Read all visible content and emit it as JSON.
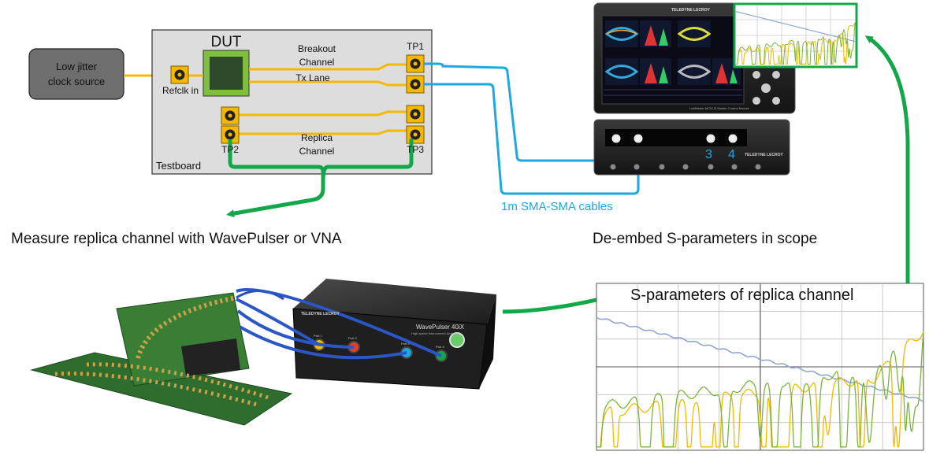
{
  "clock": {
    "label_line1": "Low jitter",
    "label_line2": "clock source"
  },
  "testboard": {
    "label": "Testboard",
    "dut_label": "DUT",
    "refclk_label": "Refclk in",
    "breakout_line1": "Breakout",
    "breakout_line2": "Channel",
    "tx_lane": "Tx Lane",
    "replica_line1": "Replica",
    "replica_line2": "Channel",
    "tp1": "TP1",
    "tp2": "TP2",
    "tp3": "TP3"
  },
  "cables_label": "1m SMA-SMA cables",
  "measure_caption": "Measure replica channel with WavePulser or VNA",
  "deembed_caption": "De-embed S-parameters in scope",
  "splot_title": "S-parameters of replica channel",
  "scope": {
    "brand": "TELEDYNE LECROY",
    "ch3": "3",
    "ch4": "4",
    "module_caption": "LabMaster MCM-Zi Master Control Module"
  },
  "wavepulser": {
    "brand": "TELEDYNE LECROY",
    "model": "WavePulser 40iX",
    "subtitle": "High-speed Interconnect Analyzer",
    "ports": [
      "Port 1",
      "Port 2",
      "Port 3",
      "Port 4"
    ]
  },
  "colors": {
    "trace": "#F5B800",
    "cable": "#1EA7E1",
    "arrow": "#12A84A",
    "board": "#DDDDDD",
    "chip": "#2F4A2A"
  }
}
